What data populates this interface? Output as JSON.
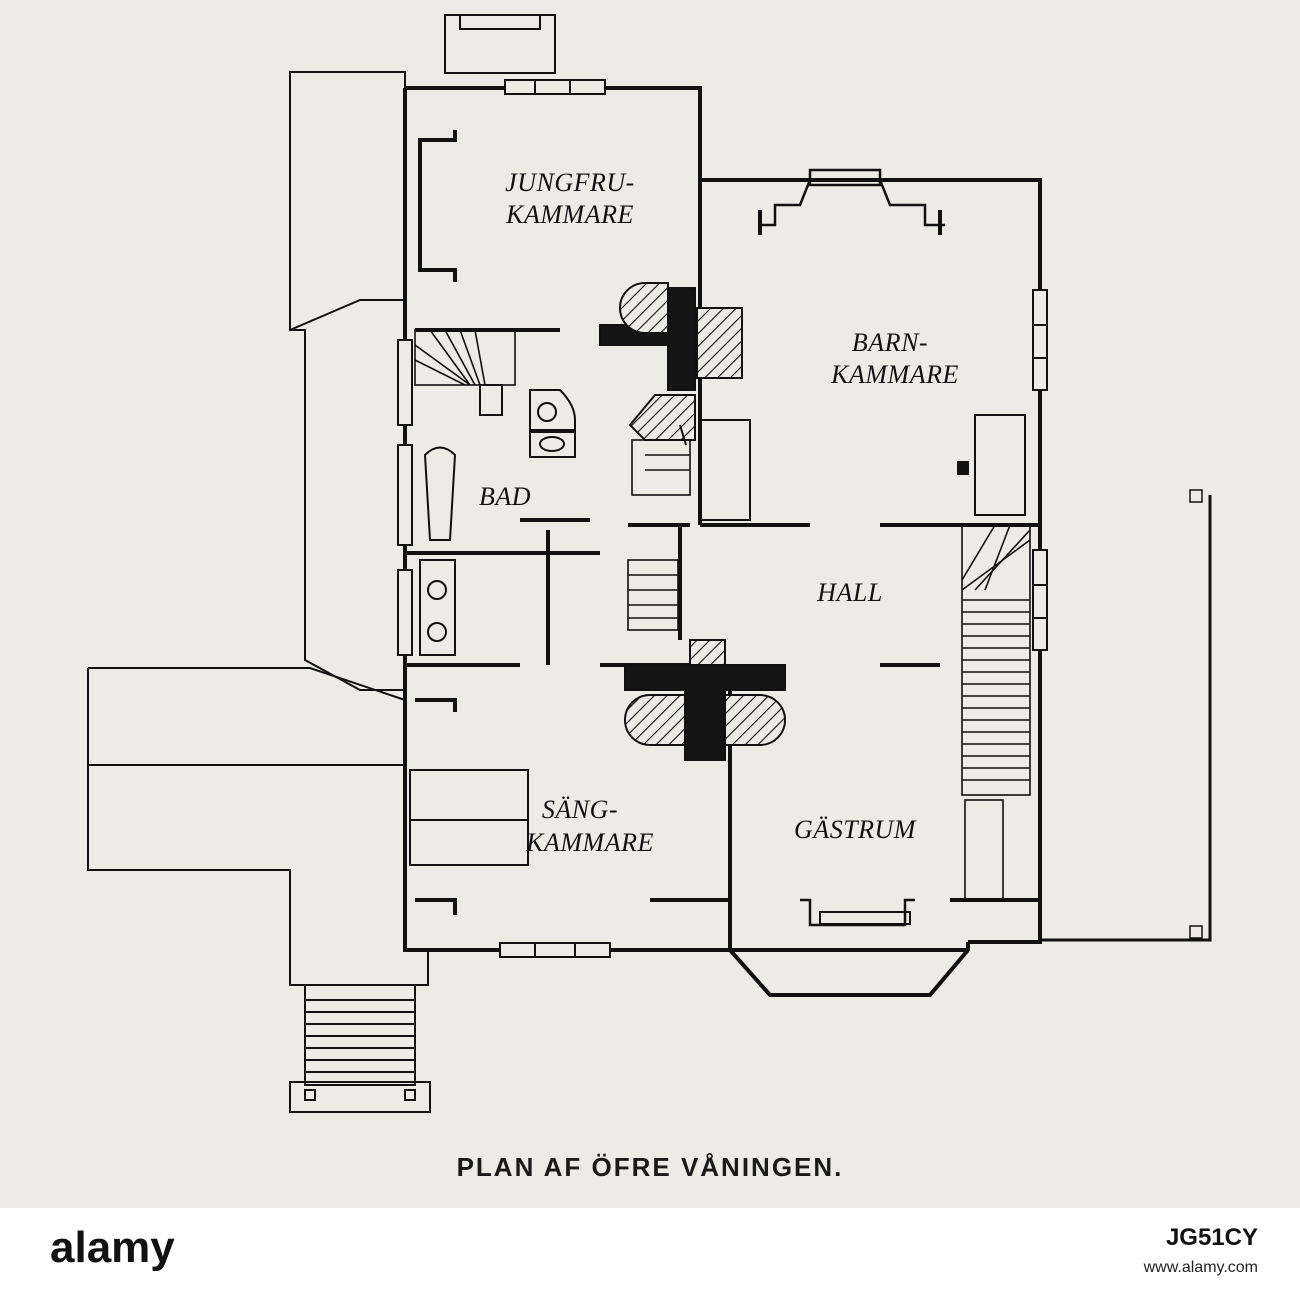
{
  "rooms": {
    "jungfru_line1": "JUNGFRU-",
    "jungfru_line2": "KAMMARE",
    "barn_line1": "BARN-",
    "barn_line2": "KAMMARE",
    "bad": "BAD",
    "hall": "HALL",
    "sang_line1": "SÄNG-",
    "sang_line2": "KAMMARE",
    "gastrum": "GÄSTRUM"
  },
  "caption": "PLAN AF ÖFRE VÅNINGEN.",
  "footer": {
    "brand": "alamy",
    "image_id": "JG51CY",
    "url": "www.alamy.com"
  },
  "colors": {
    "paper": "#ecebe6",
    "ink": "#111111",
    "footer_bg": "#ffffff"
  }
}
